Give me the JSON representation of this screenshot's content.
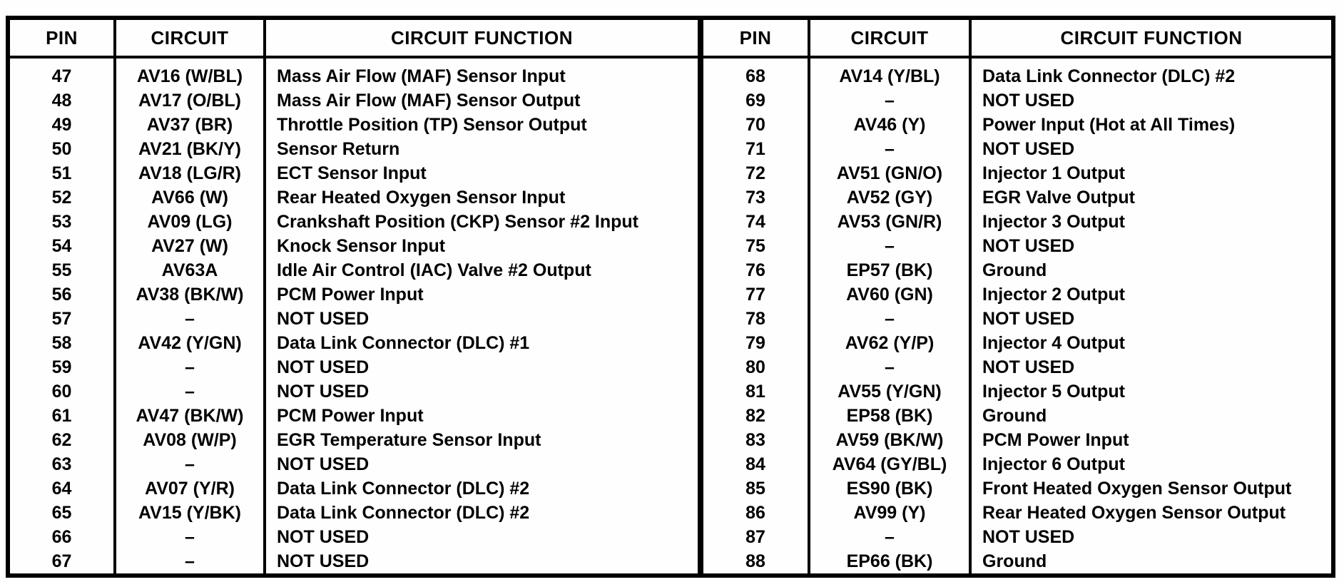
{
  "table": {
    "headers": {
      "pin": "PIN",
      "circuit": "CIRCUIT",
      "function": "CIRCUIT FUNCTION"
    },
    "left_rows": [
      {
        "pin": "47",
        "circuit": "AV16 (W/BL)",
        "function": "Mass Air Flow (MAF) Sensor Input"
      },
      {
        "pin": "48",
        "circuit": "AV17 (O/BL)",
        "function": "Mass Air Flow (MAF) Sensor Output"
      },
      {
        "pin": "49",
        "circuit": "AV37 (BR)",
        "function": "Throttle Position (TP) Sensor Output"
      },
      {
        "pin": "50",
        "circuit": "AV21 (BK/Y)",
        "function": "Sensor Return"
      },
      {
        "pin": "51",
        "circuit": "AV18 (LG/R)",
        "function": "ECT Sensor Input"
      },
      {
        "pin": "52",
        "circuit": "AV66 (W)",
        "function": "Rear Heated Oxygen Sensor Input"
      },
      {
        "pin": "53",
        "circuit": "AV09 (LG)",
        "function": "Crankshaft Position (CKP) Sensor #2 Input"
      },
      {
        "pin": "54",
        "circuit": "AV27 (W)",
        "function": "Knock Sensor Input"
      },
      {
        "pin": "55",
        "circuit": "AV63A",
        "function": "Idle Air Control (IAC) Valve #2 Output"
      },
      {
        "pin": "56",
        "circuit": "AV38 (BK/W)",
        "function": "PCM Power Input"
      },
      {
        "pin": "57",
        "circuit": "–",
        "function": "NOT USED"
      },
      {
        "pin": "58",
        "circuit": "AV42 (Y/GN)",
        "function": "Data Link Connector (DLC) #1"
      },
      {
        "pin": "59",
        "circuit": "–",
        "function": "NOT USED"
      },
      {
        "pin": "60",
        "circuit": "–",
        "function": "NOT USED"
      },
      {
        "pin": "61",
        "circuit": "AV47 (BK/W)",
        "function": "PCM Power Input"
      },
      {
        "pin": "62",
        "circuit": "AV08 (W/P)",
        "function": "EGR Temperature Sensor Input"
      },
      {
        "pin": "63",
        "circuit": "–",
        "function": "NOT USED"
      },
      {
        "pin": "64",
        "circuit": "AV07 (Y/R)",
        "function": "Data Link Connector (DLC) #2"
      },
      {
        "pin": "65",
        "circuit": "AV15 (Y/BK)",
        "function": "Data Link Connector (DLC) #2"
      },
      {
        "pin": "66",
        "circuit": "–",
        "function": "NOT USED"
      },
      {
        "pin": "67",
        "circuit": "–",
        "function": "NOT USED"
      }
    ],
    "right_rows": [
      {
        "pin": "68",
        "circuit": "AV14 (Y/BL)",
        "function": "Data Link Connector (DLC) #2"
      },
      {
        "pin": "69",
        "circuit": "–",
        "function": "NOT USED"
      },
      {
        "pin": "70",
        "circuit": "AV46 (Y)",
        "function": "Power Input (Hot at All Times)"
      },
      {
        "pin": "71",
        "circuit": "–",
        "function": "NOT USED"
      },
      {
        "pin": "72",
        "circuit": "AV51 (GN/O)",
        "function": "Injector 1 Output"
      },
      {
        "pin": "73",
        "circuit": "AV52 (GY)",
        "function": "EGR Valve Output"
      },
      {
        "pin": "74",
        "circuit": "AV53 (GN/R)",
        "function": "Injector 3 Output"
      },
      {
        "pin": "75",
        "circuit": "–",
        "function": "NOT USED"
      },
      {
        "pin": "76",
        "circuit": "EP57 (BK)",
        "function": "Ground"
      },
      {
        "pin": "77",
        "circuit": "AV60 (GN)",
        "function": "Injector 2 Output"
      },
      {
        "pin": "78",
        "circuit": "–",
        "function": "NOT USED"
      },
      {
        "pin": "79",
        "circuit": "AV62 (Y/P)",
        "function": "Injector 4 Output"
      },
      {
        "pin": "80",
        "circuit": "–",
        "function": "NOT USED"
      },
      {
        "pin": "81",
        "circuit": "AV55 (Y/GN)",
        "function": "Injector 5 Output"
      },
      {
        "pin": "82",
        "circuit": "EP58 (BK)",
        "function": "Ground"
      },
      {
        "pin": "83",
        "circuit": "AV59 (BK/W)",
        "function": "PCM Power Input"
      },
      {
        "pin": "84",
        "circuit": "AV64 (GY/BL)",
        "function": "Injector 6 Output"
      },
      {
        "pin": "85",
        "circuit": "ES90 (BK)",
        "function": "Front Heated Oxygen Sensor Output"
      },
      {
        "pin": "86",
        "circuit": "AV99 (Y)",
        "function": "Rear Heated Oxygen Sensor Output"
      },
      {
        "pin": "87",
        "circuit": "–",
        "function": "NOT USED"
      },
      {
        "pin": "88",
        "circuit": "EP66 (BK)",
        "function": "Ground"
      }
    ]
  }
}
